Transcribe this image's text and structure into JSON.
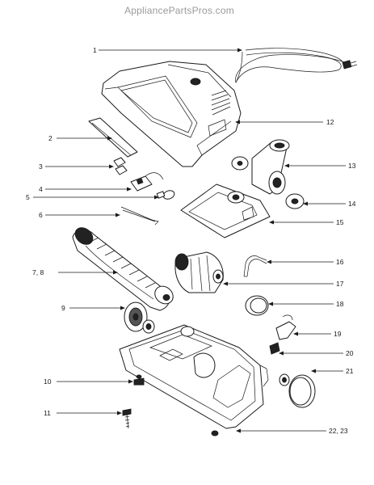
{
  "watermark": "AppliancePartsPros.com",
  "callouts": [
    {
      "label": "1"
    },
    {
      "label": "12"
    },
    {
      "label": "2"
    },
    {
      "label": "3"
    },
    {
      "label": "13"
    },
    {
      "label": "4"
    },
    {
      "label": "5"
    },
    {
      "label": "14"
    },
    {
      "label": "6"
    },
    {
      "label": "15"
    },
    {
      "label": "16"
    },
    {
      "label": "7, 8"
    },
    {
      "label": "17"
    },
    {
      "label": "9"
    },
    {
      "label": "18"
    },
    {
      "label": "19"
    },
    {
      "label": "20"
    },
    {
      "label": "21"
    },
    {
      "label": "10"
    },
    {
      "label": "11"
    },
    {
      "label": "22, 23"
    }
  ]
}
